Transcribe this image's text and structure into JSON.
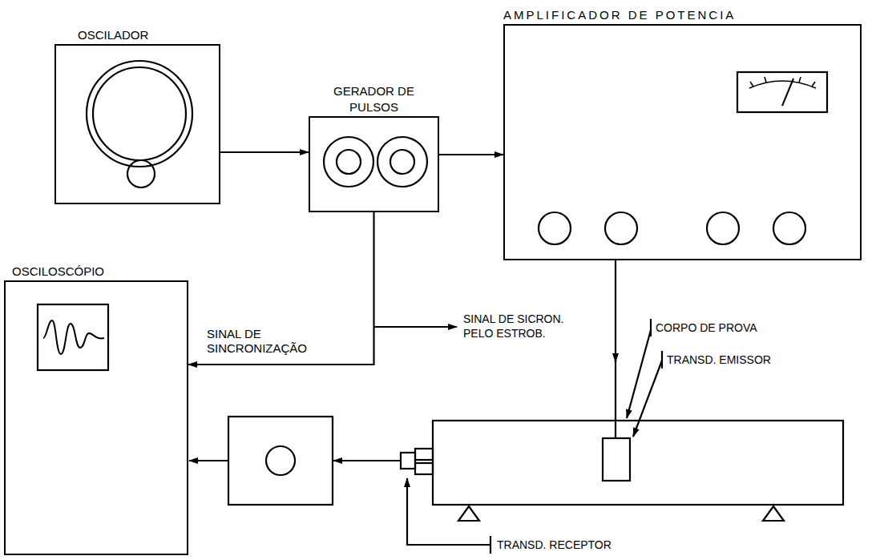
{
  "diagram": {
    "nodes": [
      {
        "text": [
          "OSCILADOR"
        ]
      },
      {
        "text": [
          "GERADOR DE PULSOS"
        ]
      },
      {
        "text": [
          "AMPLIFICADOR DE POTENCIA"
        ]
      },
      {
        "text": [
          "OSCILOSCÓPIO"
        ]
      }
    ],
    "edges": [
      {
        "from": 0,
        "to": 1,
        "arrow": "to"
      },
      {
        "from": 1,
        "to": 2,
        "arrow": "to"
      },
      {
        "from": 1,
        "to": 3,
        "arrow": "to",
        "label": "SINAL DE SINCRONIZAÇÃO"
      }
    ],
    "labels": [
      "SINAL DE SICRON. PELO ESTROB.",
      "CORPO DE PROVA",
      "TRANSD. EMISSOR",
      "TRANSD. RECEPTOR"
    ]
  }
}
